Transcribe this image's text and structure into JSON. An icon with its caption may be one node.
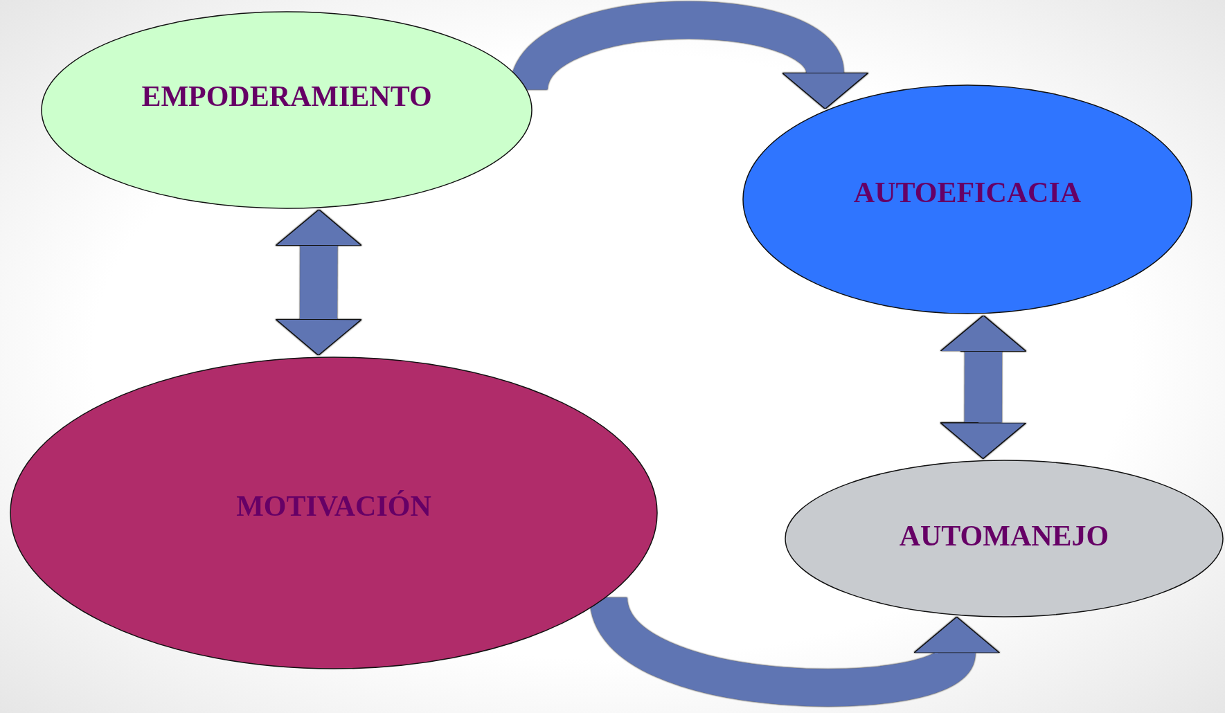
{
  "diagram": {
    "nodes": [
      {
        "text": [
          "EMPODERAMIENTO"
        ]
      },
      {
        "text": [
          "AUTOEFICACIA"
        ]
      },
      {
        "text": [
          "MOTIVACIÓN"
        ]
      },
      {
        "text": [
          "AUTOMANEJO"
        ]
      }
    ],
    "edges": [
      {
        "from": 0,
        "to": 1,
        "arrow": "to"
      },
      {
        "from": 0,
        "to": 2,
        "arrow": "both"
      },
      {
        "from": 1,
        "to": 3,
        "arrow": "both"
      },
      {
        "from": 2,
        "to": 3,
        "arrow": "to"
      }
    ]
  }
}
